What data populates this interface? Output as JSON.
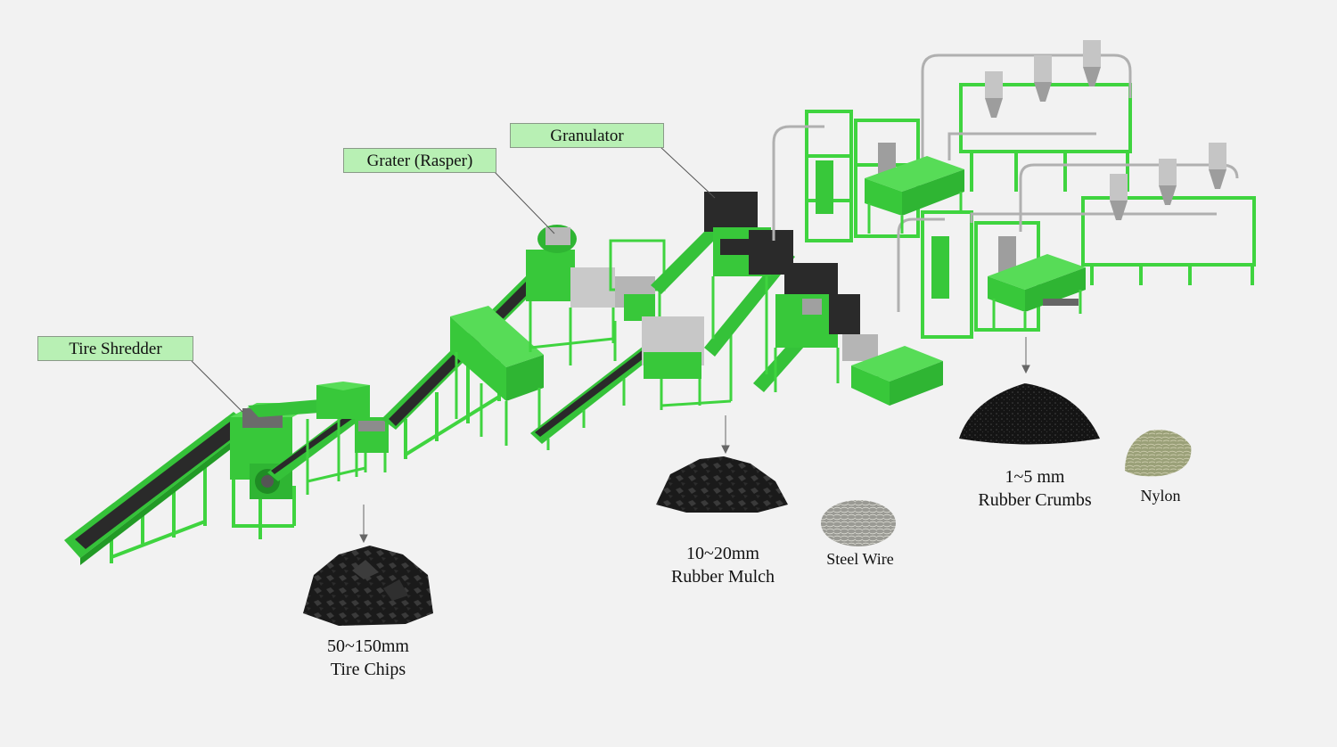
{
  "colors": {
    "machine_green": "#38c83a",
    "machine_dark_green": "#229a26",
    "frame_green": "#3fd43f",
    "belt": "#2a2a2a",
    "steel": "#a8a8a8",
    "rubber": "#161616",
    "callout_fill": "#b8f0b4",
    "background": "#f2f2f2"
  },
  "callouts": {
    "tire_shredder": "Tire Shredder",
    "grater": "Grater (Rasper)",
    "granulator": "Granulator"
  },
  "products": {
    "tire_chips": {
      "size": "50~150mm",
      "name": "Tire Chips"
    },
    "rubber_mulch": {
      "size": "10~20mm",
      "name": "Rubber Mulch"
    },
    "steel_wire": {
      "name": "Steel Wire"
    },
    "rubber_crumbs": {
      "size": "1~5 mm",
      "name": "Rubber Crumbs"
    },
    "nylon": {
      "name": "Nylon"
    }
  }
}
